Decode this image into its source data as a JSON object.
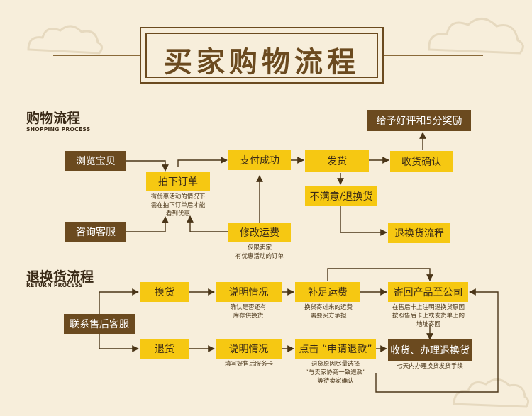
{
  "header": {
    "title": "买家购物流程"
  },
  "shopping": {
    "title": "购物流程",
    "subtitle": "SHOPPING PROCESS",
    "browse": "浏览宝贝",
    "consult": "咨询客服",
    "order": "拍下订单",
    "order_note": [
      "有优惠活动的情况下",
      "需在拍下订单后才能",
      "看到优惠"
    ],
    "pay": "支付成功",
    "modify": "修改运费",
    "modify_note": [
      "仅限卖家",
      "有优惠活动的订单"
    ],
    "ship": "发货",
    "receive": "收货确认",
    "review": "给予好评和5分奖励",
    "unhappy": "不满意/退换货",
    "return_flow": "退换货流程"
  },
  "returns": {
    "title": "退换货流程",
    "subtitle": "RETURN PROCESS",
    "contact": "联系售后客服",
    "exchange": "换货",
    "refund": "退货",
    "explain1": "说明情况",
    "explain1_note": [
      "确认是否还有",
      "库存供换货"
    ],
    "explain2": "说明情况",
    "explain2_note": [
      "填写好售后服务卡"
    ],
    "freight": "补足运费",
    "freight_note": [
      "换货寄过来的运费",
      "需要买方承担"
    ],
    "apply": "点击 “申请退款”",
    "apply_note": [
      "退货原因尽量选择",
      "“与卖家协商一致退款”",
      "等待卖家确认"
    ],
    "sendback": "寄回产品至公司",
    "sendback_note": [
      "在售后卡上注明退换货原因",
      "按照售后卡上或发货单上的",
      "地址寄回"
    ],
    "final": "收货、办理退换货",
    "final_note": [
      "七天内办理换货发货手续"
    ]
  },
  "colors": {
    "yellow": "#f6c812",
    "brown": "#6b4a1f",
    "background": "#f7eedb"
  }
}
